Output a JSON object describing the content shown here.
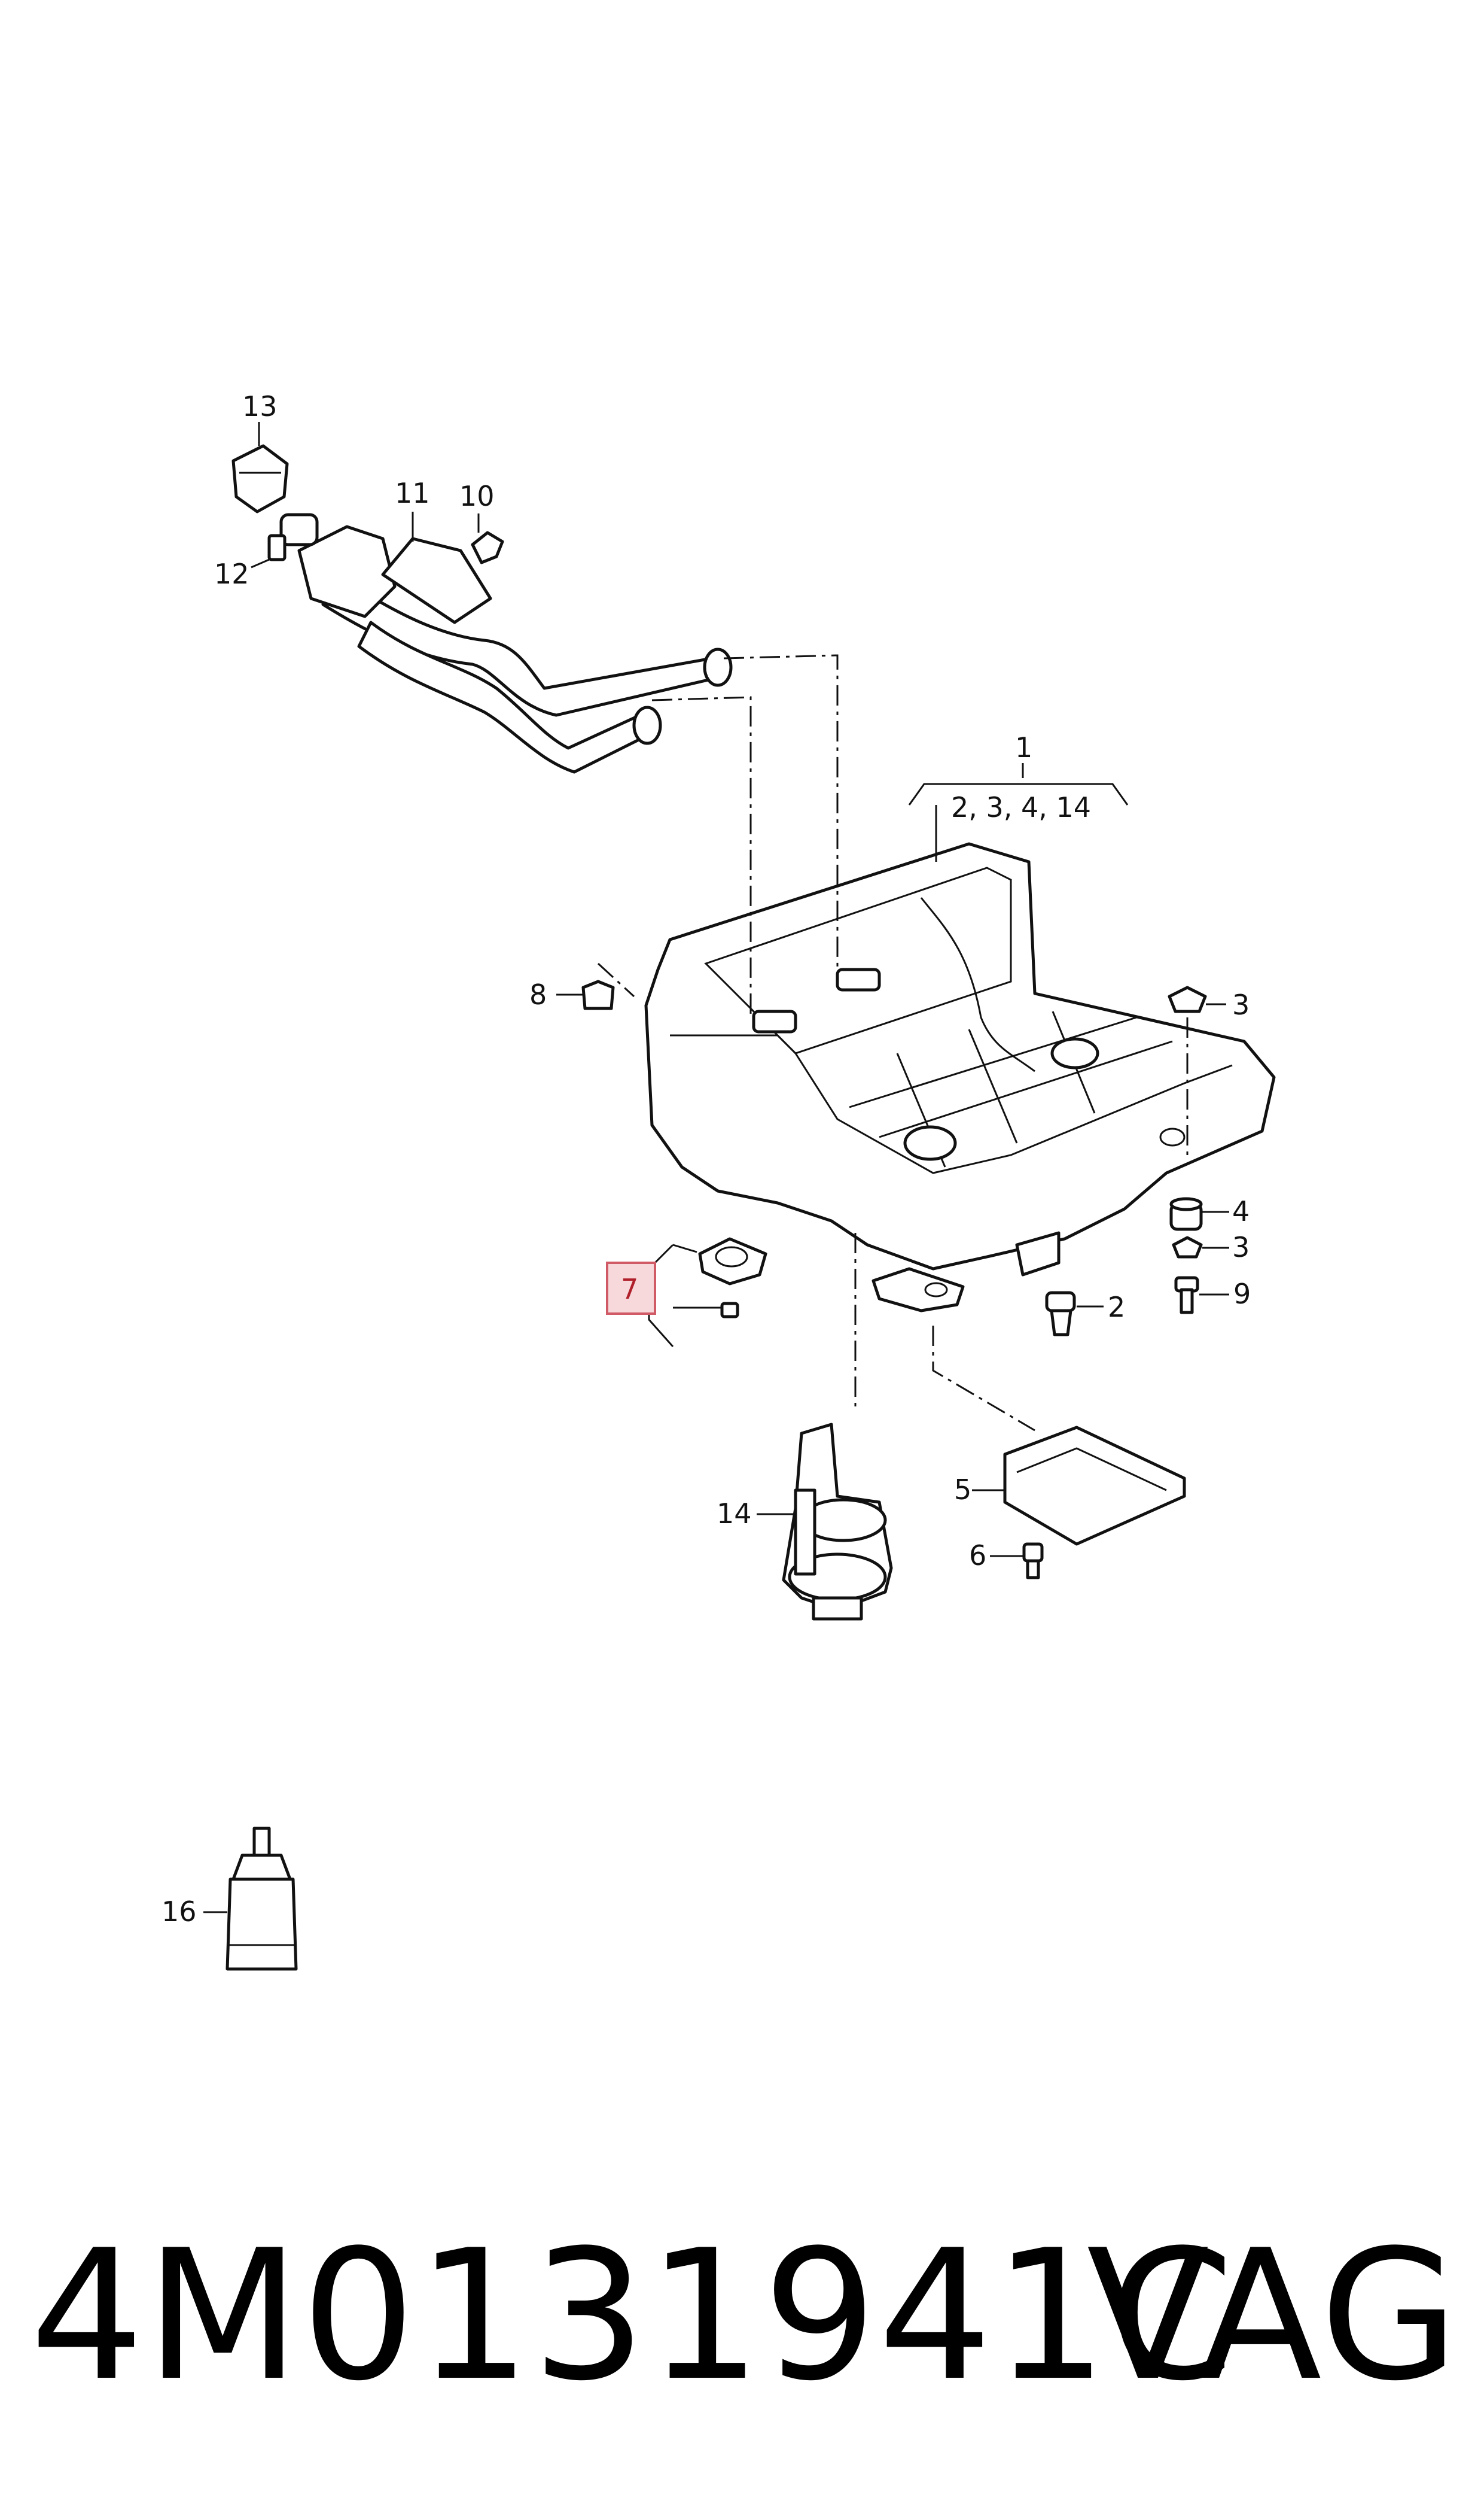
{
  "callouts": {
    "c1": "1",
    "c1_sub": "2, 3, 4, 14",
    "c2": "2",
    "c3a": "3",
    "c3b": "3",
    "c4": "4",
    "c5": "5",
    "c6": "6",
    "c7": "7",
    "c8": "8",
    "c9": "9",
    "c10": "10",
    "c11": "11",
    "c12": "12",
    "c13": "13",
    "c14": "14",
    "c16": "16"
  },
  "footer": {
    "part_number": "4M0131941C",
    "brand": "VAG"
  },
  "colors": {
    "highlight_fill": "#f7d9dc",
    "highlight_stroke": "#d05a66",
    "line": "#111111"
  }
}
